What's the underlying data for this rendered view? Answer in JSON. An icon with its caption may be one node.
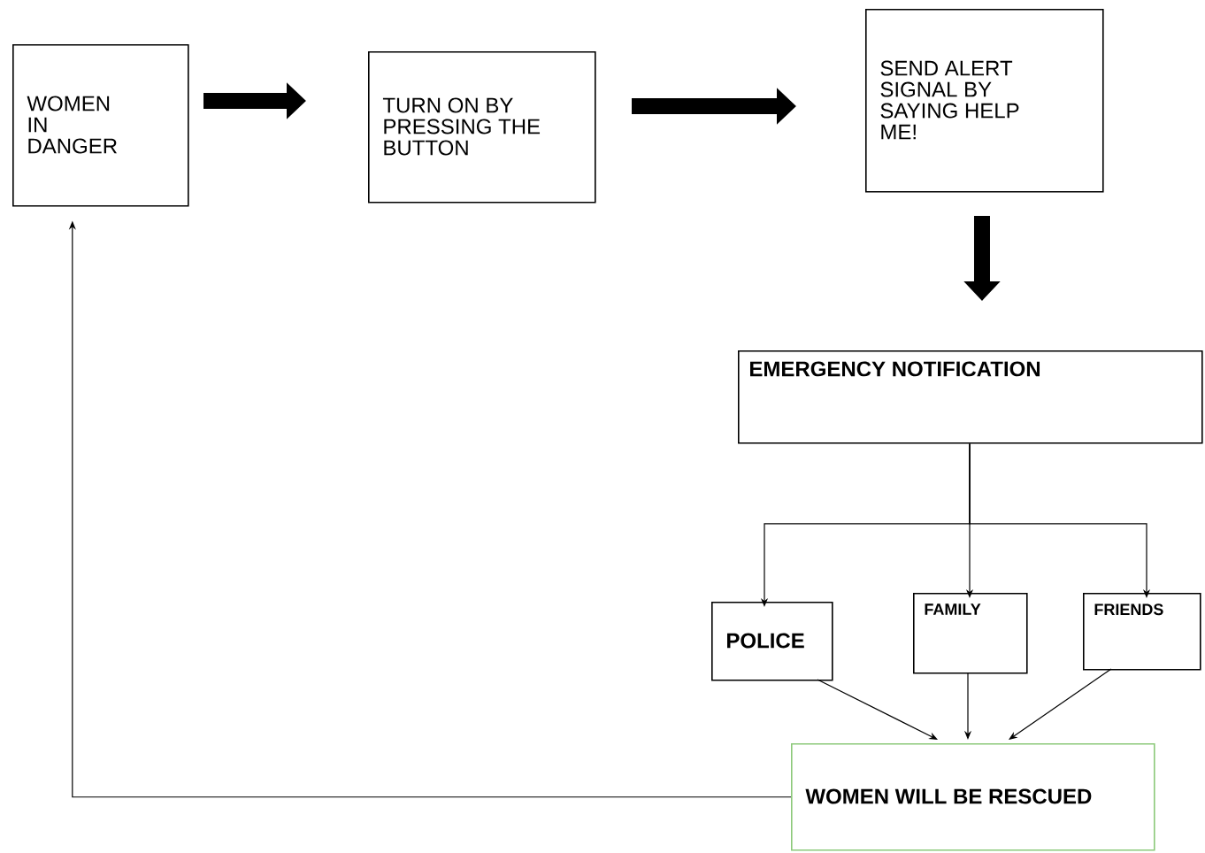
{
  "diagram": {
    "nodes": [
      {
        "text": [
          "WOMEN IN DANGER"
        ]
      },
      {
        "text": [
          "TURN ON BY PRESSING THE BUTTON"
        ]
      },
      {
        "text": [
          "SEND ALERT SIGNAL BY SAYING HELP ME!"
        ]
      },
      {
        "text": [
          "EMERGENCY NOTIFICATION"
        ]
      },
      {
        "text": [
          "POLICE"
        ]
      },
      {
        "text": [
          "FAMILY"
        ]
      },
      {
        "text": [
          "FRIENDS"
        ]
      },
      {
        "text": [
          "WOMEN WILL BE RESCUED"
        ]
      }
    ],
    "edges": [
      {
        "from": 0,
        "to": 1,
        "arrow": "to",
        "style": "thick"
      },
      {
        "from": 1,
        "to": 2,
        "arrow": "to",
        "style": "thick"
      },
      {
        "from": 2,
        "to": 3,
        "arrow": "to",
        "style": "thick"
      },
      {
        "from": 3,
        "to": 4,
        "arrow": "to"
      },
      {
        "from": 3,
        "to": 5,
        "arrow": "to"
      },
      {
        "from": 3,
        "to": 6,
        "arrow": "to"
      },
      {
        "from": 4,
        "to": 7,
        "arrow": "to"
      },
      {
        "from": 5,
        "to": 7,
        "arrow": "to"
      },
      {
        "from": 6,
        "to": 7,
        "arrow": "to"
      },
      {
        "from": 7,
        "to": 0,
        "arrow": "to"
      }
    ]
  }
}
